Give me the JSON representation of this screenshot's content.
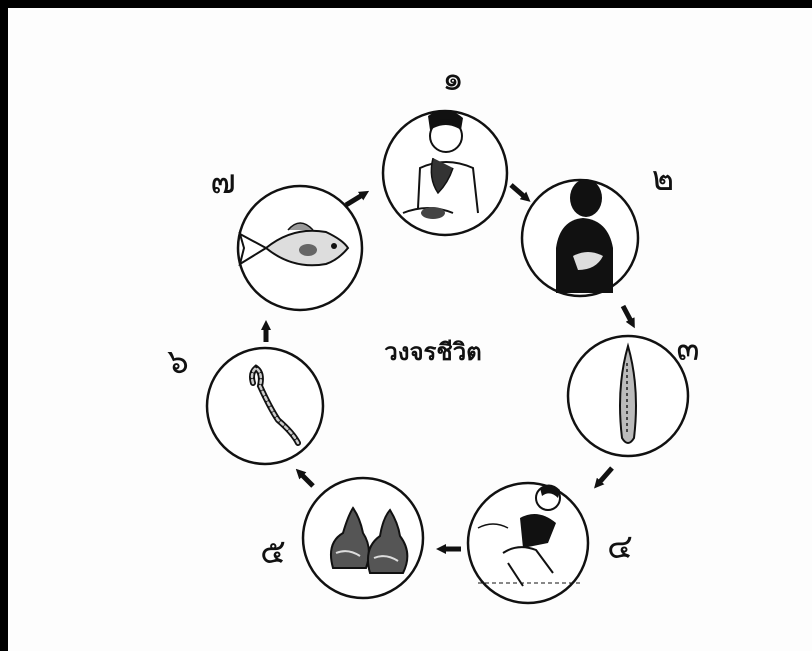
{
  "diagram": {
    "title": "วงจรชีวิต",
    "stages": [
      {
        "number": "๑",
        "picture": "man-eating-raw-fish"
      },
      {
        "number": "๒",
        "picture": "human-silhouette-with-liver"
      },
      {
        "number": "๓",
        "picture": "adult-liver-fluke"
      },
      {
        "number": "๔",
        "picture": "person-squatting-defecating"
      },
      {
        "number": "๕",
        "picture": "freshwater-snails"
      },
      {
        "number": "๖",
        "picture": "cercaria-larva"
      },
      {
        "number": "๗",
        "picture": "fish"
      }
    ]
  }
}
